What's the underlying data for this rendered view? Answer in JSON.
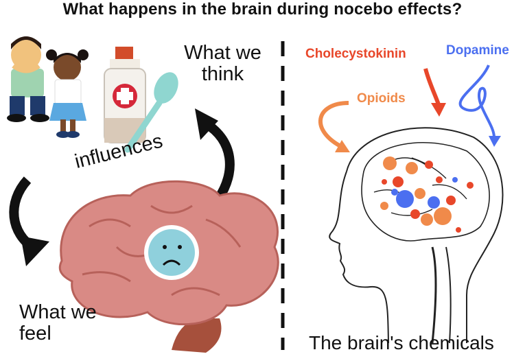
{
  "title": "What happens in the brain during nocebo effects?",
  "labels": {
    "what_we_think": "What we\nthink",
    "what_we_feel": "What we\nfeel",
    "influences": "influences",
    "brains_chemicals": "The brain's chemicals"
  },
  "chemicals": {
    "cholecystokinin": "Cholecystokinin",
    "dopamine": "Dopamine",
    "opioids": "Opioids"
  },
  "colors": {
    "cholecystokinin": "#e8472a",
    "dopamine": "#4b6ff0",
    "opioids": "#f08a4a",
    "brain_pink": "#d98a85",
    "sad_face": "#8fd0dc"
  }
}
